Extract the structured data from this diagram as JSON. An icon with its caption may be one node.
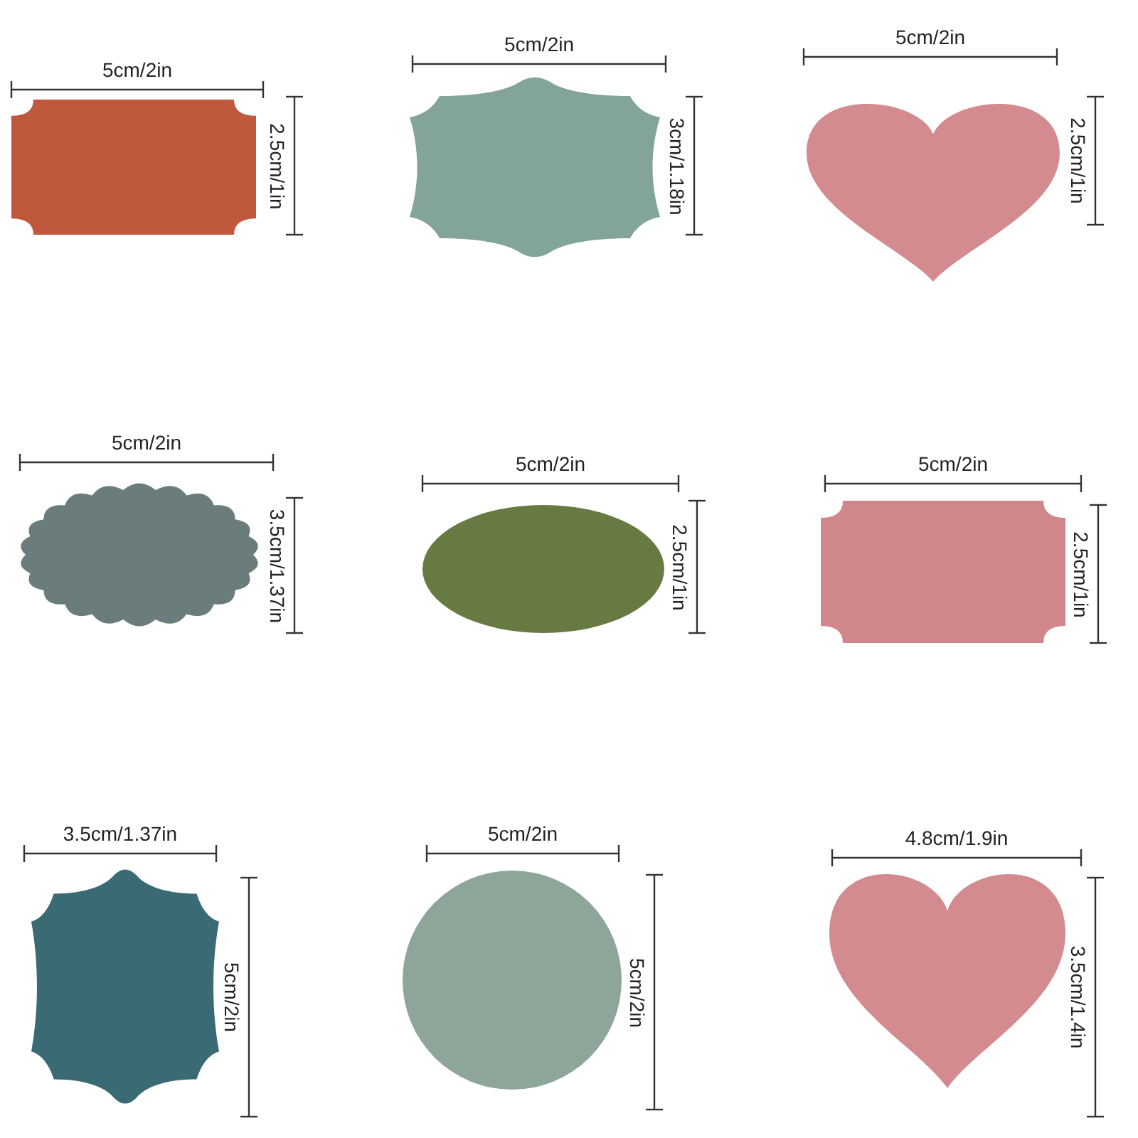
{
  "diagram": {
    "labels": [
      "5cm/2in",
      "2.5cm/1in",
      "5cm/2in",
      "3cm/1.18in",
      "5cm/2in",
      "2.5cm/1in",
      "5cm/2in",
      "3.5cm/1.37in",
      "5cm/2in",
      "2.5cm/1in",
      "5cm/2in",
      "2.5cm/1in",
      "3.5cm/1.37in",
      "5cm/2in",
      "5cm/2in",
      "5cm/2in",
      "4.8cm/1.9in",
      "3.5cm/1.4in"
    ]
  }
}
